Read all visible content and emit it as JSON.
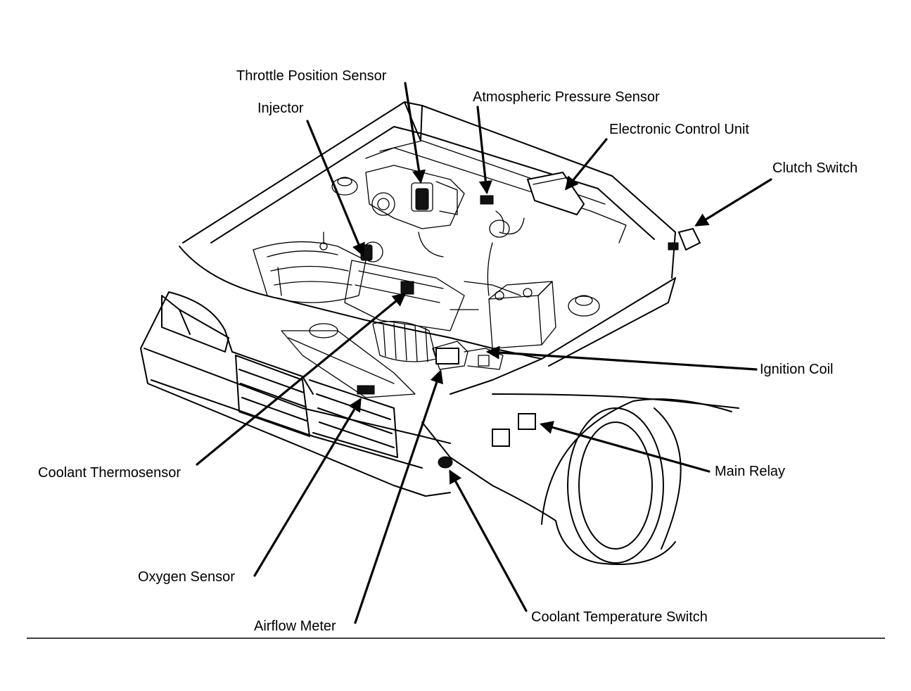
{
  "labels": {
    "throttle_position_sensor": "Throttle Position Sensor",
    "injector": "Injector",
    "atmospheric_pressure_sensor": "Atmospheric Pressure Sensor",
    "electronic_control_unit": "Electronic Control Unit",
    "clutch_switch": "Clutch Switch",
    "ignition_coil": "Ignition Coil",
    "main_relay": "Main Relay",
    "coolant_thermosensor": "Coolant Thermosensor",
    "oxygen_sensor": "Oxygen Sensor",
    "airflow_meter": "Airflow Meter",
    "coolant_temperature_switch": "Coolant Temperature Switch"
  },
  "colors": {
    "ink": "#000000",
    "background": "#ffffff"
  }
}
